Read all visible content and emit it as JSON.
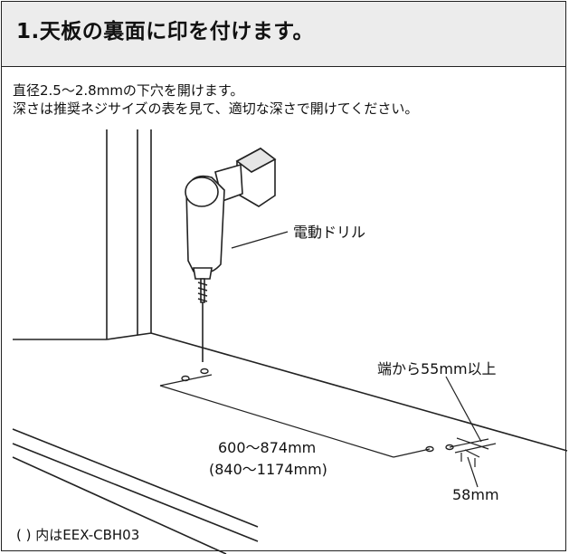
{
  "header": {
    "title": "1.天板の裏面に印を付けます。"
  },
  "instructions": {
    "line1": "直径2.5～2.8mmの下穴を開けます。",
    "line2": "深さは推奨ネジサイズの表を見て、適切な深さで開けてください。"
  },
  "illustration": {
    "drill_label": "電動ドリル",
    "edge_label": "端から55mm以上",
    "distance_label_main": "600～874mm",
    "distance_label_alt": "(840～1174mm)",
    "offset_label": "58mm",
    "footnote": "( ) 内はEEX-CBH03"
  }
}
